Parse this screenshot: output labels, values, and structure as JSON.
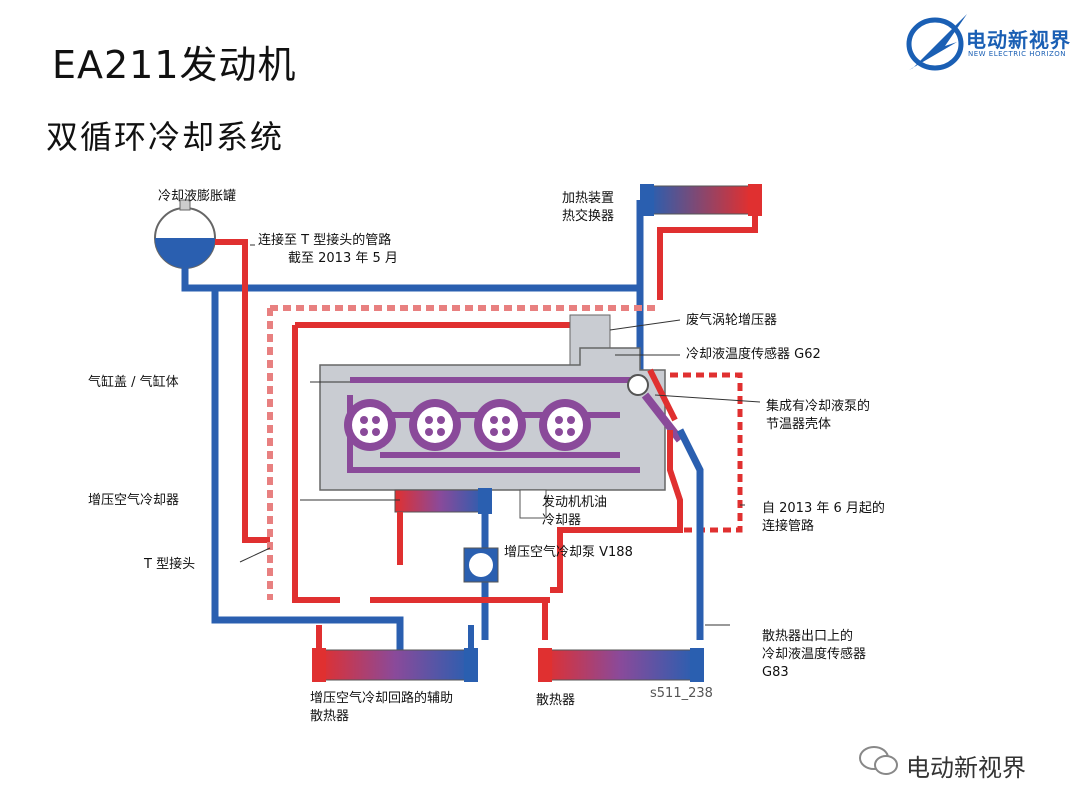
{
  "slide": {
    "title": "EA211发动机",
    "subtitle": "双循环冷却系统"
  },
  "logo": {
    "name_cn": "电动新视界",
    "name_en": "NEW ELECTRIC HORIZON",
    "icon": "lightning-globe-icon"
  },
  "watermark": {
    "text": "电动新视界",
    "icon": "wechat-icon"
  },
  "diagram": {
    "code": "s511_238",
    "labels": {
      "expansion_tank": "冷却液膨胀罐",
      "pipe_t_line1": "连接至 T 型接头的管路",
      "pipe_t_line2": "截至 2013 年 5 月",
      "heater_line1": "加热装置",
      "heater_line2": "热交换器",
      "turbo": "废气涡轮增压器",
      "g62": "冷却液温度传感器 G62",
      "cylinder": "气缸盖 / 气缸体",
      "thermostat_line1": "集成有冷却液泵的",
      "thermostat_line2": "节温器壳体",
      "intercooler": "增压空气冷却器",
      "oil_cooler_line1": "发动机机油",
      "oil_cooler_line2": "冷却器",
      "from2013_line1": "自 2013 年 6 月起的",
      "from2013_line2": "连接管路",
      "pump_v188": "增压空气冷却泵 V188",
      "t_joint": "T 型接头",
      "g83_line1": "散热器出口上的",
      "g83_line2": "冷却液温度传感器",
      "g83_line3": "G83",
      "aux_radiator_line1": "增压空气冷却回路的辅助",
      "aux_radiator_line2": "散热器",
      "radiator": "散热器"
    }
  },
  "colors": {
    "hot": "#e03030",
    "cold": "#2a5fb0",
    "engine": "#c9ccd2",
    "loop": "#8a4a9a",
    "brand": "#1a5fb4"
  }
}
